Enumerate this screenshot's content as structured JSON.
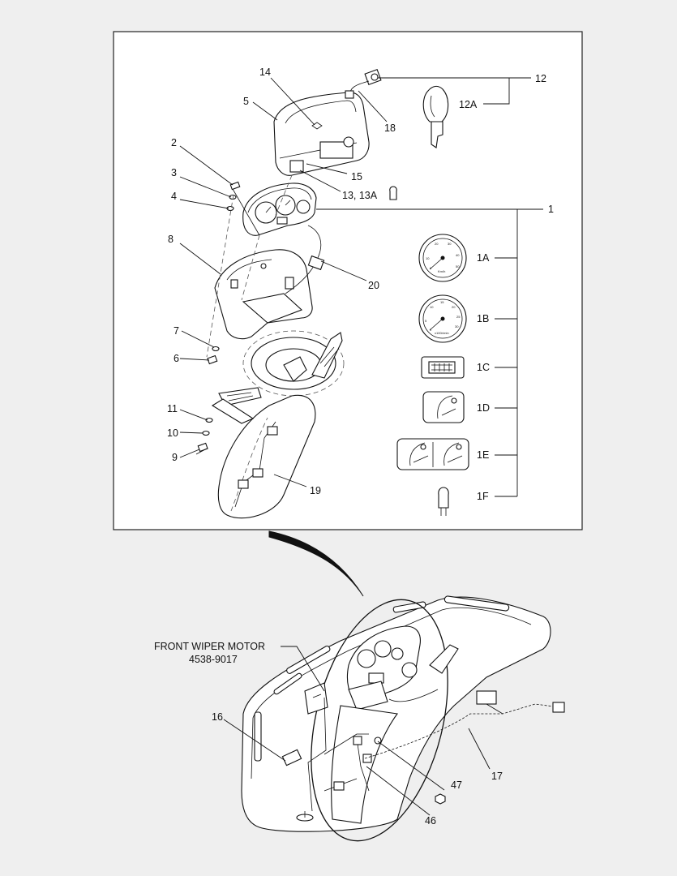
{
  "callouts": {
    "n1": "1",
    "n1A": "1A",
    "n1B": "1B",
    "n1C": "1C",
    "n1D": "1D",
    "n1E": "1E",
    "n1F": "1F",
    "n2": "2",
    "n3": "3",
    "n4": "4",
    "n5": "5",
    "n6": "6",
    "n7": "7",
    "n8": "8",
    "n9": "9",
    "n10": "10",
    "n11": "11",
    "n12": "12",
    "n12A": "12A",
    "n13": "13, 13A",
    "n14": "14",
    "n15": "15",
    "n16": "16",
    "n17": "17",
    "n18": "18",
    "n19": "19",
    "n20": "20",
    "n46": "46",
    "n47": "47"
  },
  "annotation": {
    "title": "FRONT WIPER MOTOR",
    "part_number": "4538-9017"
  },
  "gauges": {
    "speedometer_unit": "Km/h",
    "tachometer_unit": "x100r/min",
    "speedo_ticks": [
      "0",
      "10",
      "20",
      "30",
      "40",
      "50"
    ],
    "tacho_ticks": [
      "0",
      "5",
      "10",
      "15",
      "20",
      "25",
      "30"
    ]
  }
}
